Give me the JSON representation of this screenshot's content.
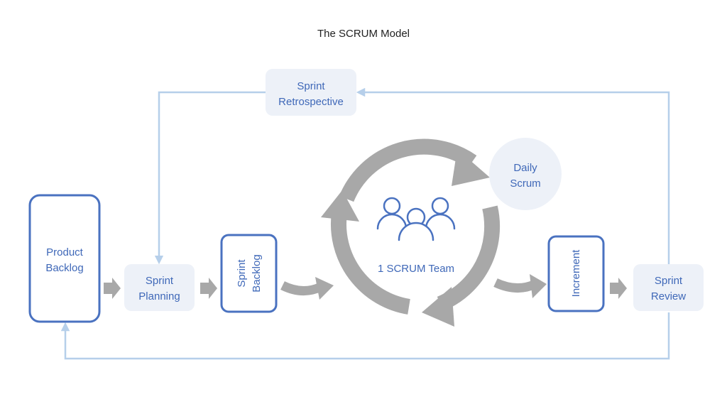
{
  "title": "The SCRUM Model",
  "colors": {
    "blue": "#4a72c0",
    "blue_text": "#3f68b8",
    "light_box": "#edf1f8",
    "light_line": "#b6cfea",
    "gray": "#a8a8a8"
  },
  "nodes": {
    "product_backlog": {
      "line1": "Product",
      "line2": "Backlog"
    },
    "sprint_planning": {
      "line1": "Sprint",
      "line2": "Planning"
    },
    "sprint_backlog": {
      "line1": "Sprint",
      "line2": "Backlog"
    },
    "sprint_retrospective": {
      "line1": "Sprint",
      "line2": "Retrospective"
    },
    "daily_scrum": {
      "line1": "Daily",
      "line2": "Scrum"
    },
    "scrum_team": {
      "label": "1 SCRUM Team"
    },
    "increment": {
      "label": "Increment"
    },
    "sprint_review": {
      "line1": "Sprint",
      "line2": "Review"
    }
  },
  "icons": {
    "team": "team-icon",
    "cycle": "cycle-arrows-icon"
  }
}
